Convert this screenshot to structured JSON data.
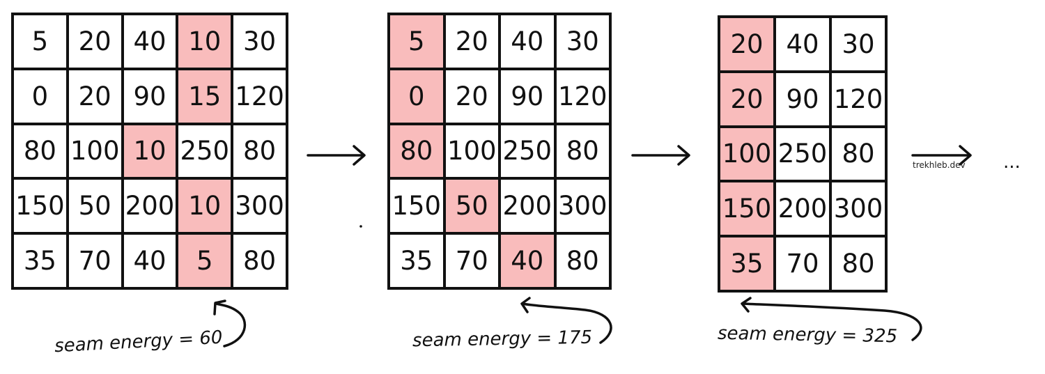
{
  "grids": [
    {
      "rows": [
        [
          {
            "v": "5",
            "h": false
          },
          {
            "v": "20",
            "h": false
          },
          {
            "v": "40",
            "h": false
          },
          {
            "v": "10",
            "h": true
          },
          {
            "v": "30",
            "h": false
          }
        ],
        [
          {
            "v": "0",
            "h": false
          },
          {
            "v": "20",
            "h": false
          },
          {
            "v": "90",
            "h": false
          },
          {
            "v": "15",
            "h": true
          },
          {
            "v": "120",
            "h": false
          }
        ],
        [
          {
            "v": "80",
            "h": false
          },
          {
            "v": "100",
            "h": false
          },
          {
            "v": "10",
            "h": true
          },
          {
            "v": "250",
            "h": false
          },
          {
            "v": "80",
            "h": false
          }
        ],
        [
          {
            "v": "150",
            "h": false
          },
          {
            "v": "50",
            "h": false
          },
          {
            "v": "200",
            "h": false
          },
          {
            "v": "10",
            "h": true
          },
          {
            "v": "300",
            "h": false
          }
        ],
        [
          {
            "v": "35",
            "h": false
          },
          {
            "v": "70",
            "h": false
          },
          {
            "v": "40",
            "h": false
          },
          {
            "v": "5",
            "h": true
          },
          {
            "v": "80",
            "h": false
          }
        ]
      ]
    },
    {
      "rows": [
        [
          {
            "v": "5",
            "h": true
          },
          {
            "v": "20",
            "h": false
          },
          {
            "v": "40",
            "h": false
          },
          {
            "v": "30",
            "h": false
          }
        ],
        [
          {
            "v": "0",
            "h": true
          },
          {
            "v": "20",
            "h": false
          },
          {
            "v": "90",
            "h": false
          },
          {
            "v": "120",
            "h": false
          }
        ],
        [
          {
            "v": "80",
            "h": true
          },
          {
            "v": "100",
            "h": false
          },
          {
            "v": "250",
            "h": false
          },
          {
            "v": "80",
            "h": false
          }
        ],
        [
          {
            "v": "150",
            "h": false
          },
          {
            "v": "50",
            "h": true
          },
          {
            "v": "200",
            "h": false
          },
          {
            "v": "300",
            "h": false
          }
        ],
        [
          {
            "v": "35",
            "h": false
          },
          {
            "v": "70",
            "h": false
          },
          {
            "v": "40",
            "h": true
          },
          {
            "v": "80",
            "h": false
          }
        ]
      ]
    },
    {
      "rows": [
        [
          {
            "v": "20",
            "h": true
          },
          {
            "v": "40",
            "h": false
          },
          {
            "v": "30",
            "h": false
          }
        ],
        [
          {
            "v": "20",
            "h": true
          },
          {
            "v": "90",
            "h": false
          },
          {
            "v": "120",
            "h": false
          }
        ],
        [
          {
            "v": "100",
            "h": true
          },
          {
            "v": "250",
            "h": false
          },
          {
            "v": "80",
            "h": false
          }
        ],
        [
          {
            "v": "150",
            "h": true
          },
          {
            "v": "200",
            "h": false
          },
          {
            "v": "300",
            "h": false
          }
        ],
        [
          {
            "v": "35",
            "h": true
          },
          {
            "v": "70",
            "h": false
          },
          {
            "v": "80",
            "h": false
          }
        ]
      ]
    }
  ],
  "labels": {
    "seam_1": "seam energy = 60",
    "seam_2": "seam energy = 175",
    "seam_3": "seam energy = 325",
    "watermark": "trekhleb.dev",
    "ellipsis": "..."
  },
  "colors": {
    "highlight": "#f9bcbc",
    "ink": "#111111"
  }
}
